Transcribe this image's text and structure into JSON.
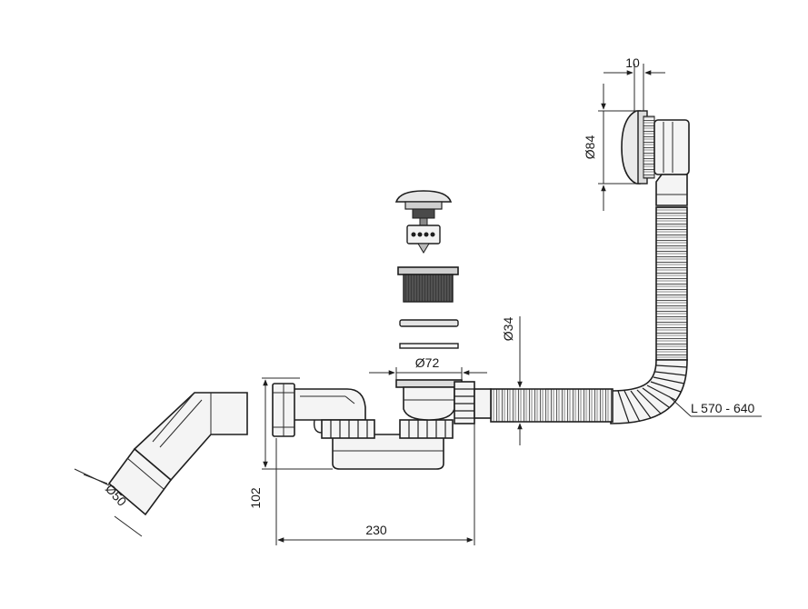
{
  "dimensions": {
    "flange_width": "10",
    "overflow_diameter": "Ø84",
    "pipe_diameter": "Ø34",
    "drain_diameter": "Ø72",
    "hose_length": "L 570 - 640",
    "outlet_diameter": "Ø50",
    "height": "102",
    "width": "230"
  },
  "colors": {
    "line": "#1e1e1e",
    "fill_light": "#f2f2f2",
    "fill_mid": "#cfcfcf",
    "fill_dark": "#4a4a4a",
    "background": "#ffffff"
  }
}
